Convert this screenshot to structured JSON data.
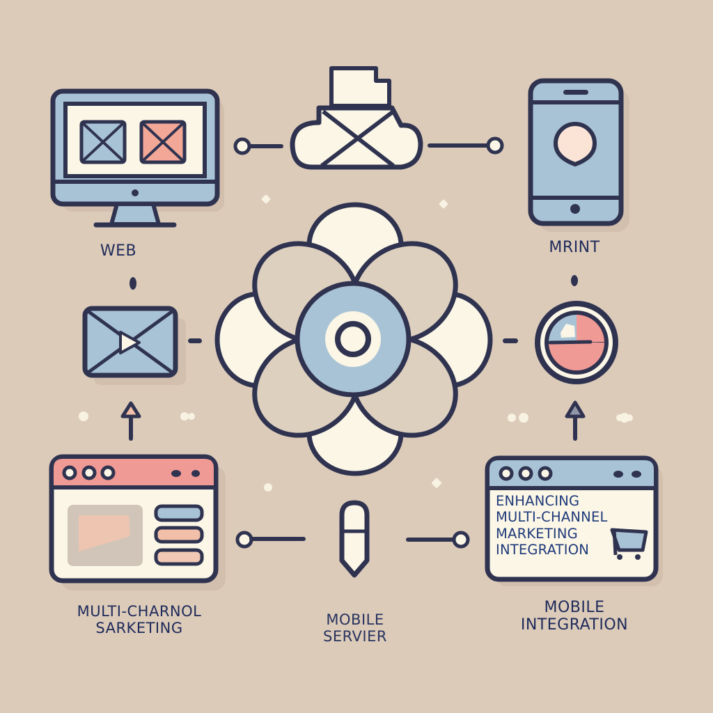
{
  "diagram": {
    "title": "Enhancing Multi-Channel Marketing Integration",
    "colors": {
      "background": "#dccbb9",
      "outline": "#2f3350",
      "cream": "#fbf6e6",
      "blue": "#a9c3d6",
      "pink": "#ef9a94",
      "peach": "#f2c0a8",
      "text": "#1e2a5a"
    },
    "nodes": [
      {
        "id": "web",
        "icon": "desktop-monitor-icon",
        "label": "WEB"
      },
      {
        "id": "email-cloud",
        "icon": "cloud-mail-icon",
        "label": ""
      },
      {
        "id": "mobile-phone",
        "icon": "smartphone-icon",
        "label": "MRINT"
      },
      {
        "id": "email-video",
        "icon": "video-envelope-icon",
        "label": ""
      },
      {
        "id": "hub",
        "icon": "flower-hub-icon",
        "label": ""
      },
      {
        "id": "analytics",
        "icon": "pie-chart-gauge-icon",
        "label": ""
      },
      {
        "id": "multichannel",
        "icon": "browser-window-icon",
        "label_lines": [
          "MULTI-CHARNOL",
          "SARKETING"
        ]
      },
      {
        "id": "mobile-server",
        "icon": "usb-stick-icon",
        "label_lines": [
          "MOBILE",
          "SERVIER"
        ]
      },
      {
        "id": "mobile-integration",
        "icon": "browser-cart-icon",
        "label_lines": [
          "MOBILE",
          "INTEGRATION"
        ]
      }
    ],
    "browser_content": [
      "ENHANCING",
      "MULTI-CHANNEL",
      "MARKETING",
      "INTEGRATION"
    ]
  }
}
